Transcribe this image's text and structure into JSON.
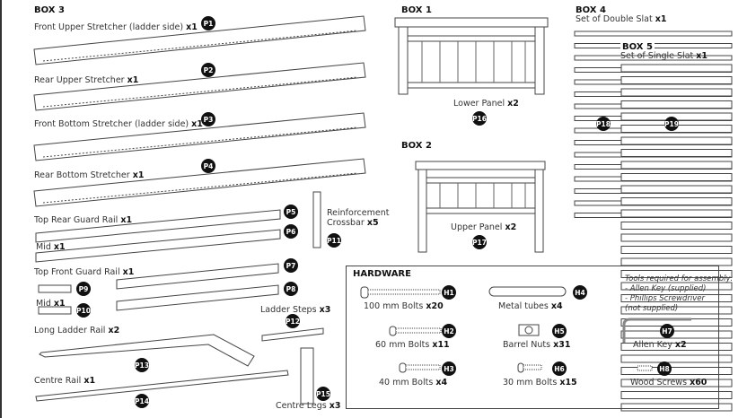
{
  "boxes": {
    "box3": "BOX 3",
    "box1": "BOX 1",
    "box2": "BOX 2",
    "box4": "BOX 4",
    "box5": "BOX 5"
  },
  "parts": [
    {
      "id": "P1",
      "name": "Front Upper Stretcher (ladder side)",
      "qty": "x1"
    },
    {
      "id": "P2",
      "name": "Rear Upper Stretcher",
      "qty": "x1"
    },
    {
      "id": "P3",
      "name": "Front Bottom Stretcher (ladder side)",
      "qty": "x1"
    },
    {
      "id": "P4",
      "name": "Rear Bottom Stretcher",
      "qty": "x1"
    },
    {
      "id": "P5",
      "name": "Top Rear Guard Rail",
      "qty": "x1"
    },
    {
      "id": "P6",
      "name": "Mid",
      "qty": "x1"
    },
    {
      "id": "P7",
      "name": "Top Front Guard Rail",
      "qty": "x1"
    },
    {
      "id": "P8",
      "name": "",
      "qty": ""
    },
    {
      "id": "P9",
      "name": "",
      "qty": ""
    },
    {
      "id": "P10",
      "name": "Mid",
      "qty": "x1"
    },
    {
      "id": "P11",
      "name": "Reinforcement Crossbar",
      "qty": "x5"
    },
    {
      "id": "P12",
      "name": "Ladder Steps",
      "qty": "x3"
    },
    {
      "id": "P13",
      "name": "Long Ladder Rail",
      "qty": "x2"
    },
    {
      "id": "P14",
      "name": "Centre Rail",
      "qty": "x1"
    },
    {
      "id": "P15",
      "name": "Centre Legs",
      "qty": "x3"
    },
    {
      "id": "P16",
      "name": "Lower Panel",
      "qty": "x2"
    },
    {
      "id": "P17",
      "name": "Upper Panel",
      "qty": "x2"
    },
    {
      "id": "P18",
      "name": "Set of Double Slat",
      "qty": "x1"
    },
    {
      "id": "P19",
      "name": "Set of Single Slat",
      "qty": "x1"
    }
  ],
  "hardware": {
    "title": "HARDWARE",
    "items": [
      {
        "id": "H1",
        "name": "100 mm Bolts",
        "qty": "x20"
      },
      {
        "id": "H2",
        "name": "60 mm Bolts",
        "qty": "x11"
      },
      {
        "id": "H3",
        "name": "40 mm Bolts",
        "qty": "x4"
      },
      {
        "id": "H4",
        "name": "Metal tubes",
        "qty": "x4"
      },
      {
        "id": "H5",
        "name": "Barrel Nuts",
        "qty": "x31"
      },
      {
        "id": "H6",
        "name": "30 mm Bolts",
        "qty": "x15"
      },
      {
        "id": "H7",
        "name": "Allen Key",
        "qty": "x2"
      },
      {
        "id": "H8",
        "name": "Wood Screws",
        "qty": "x60"
      }
    ],
    "tools": [
      "Tools required for assembly:",
      "- Allen Key (supplied)",
      "- Phillips Screwdriver",
      "(not supplied)"
    ]
  }
}
